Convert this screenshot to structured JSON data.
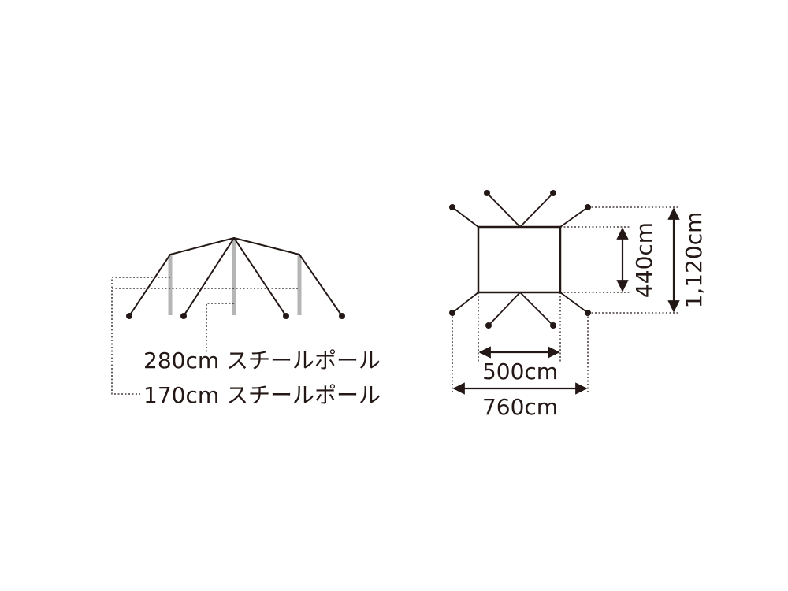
{
  "side_view": {
    "pole_labels": [
      "280cm スチールポール",
      "170cm スチールポール"
    ]
  },
  "top_view": {
    "inner_width": "500cm",
    "outer_width": "760cm",
    "inner_depth": "440cm",
    "outer_depth": "1,120cm"
  },
  "colors": {
    "line": "#231815",
    "pole": "#b5b5b5"
  }
}
